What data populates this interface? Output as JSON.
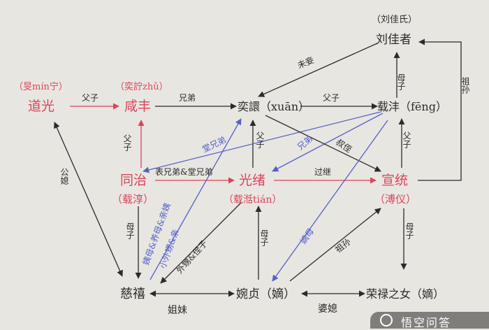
{
  "colors": {
    "ink": "#2b2b2b",
    "red": "#d9455a",
    "blue": "#5560c8",
    "paper": "#e8e6e1"
  },
  "nodes": {
    "daoguang_note": "（旻mín宁）",
    "daoguang": "道光",
    "xianfeng_note": "（奕詝zhǔ）",
    "xianfeng": "咸丰",
    "yixuan": "奕譞（xuān）",
    "liujia_note": "（刘佳氏）",
    "liujia": "刘佳者",
    "zaifeng": "载沣（fēng）",
    "tongzhi": "同治",
    "tongzhi_note": "（载淳）",
    "guangxu": "光绪",
    "guangxu_note": "（载湉tián）",
    "xuantong": "宣统",
    "xuantong_note": "（溥仪）",
    "cixi": "慈禧",
    "wanzhen": "婉贞（嫡）",
    "ronglu_daughter": "荣禄之女（嫡）"
  },
  "relations": {
    "fuzi_1": "父子",
    "xiongdi": "兄弟",
    "fuzi_2": "父子",
    "fuzi_3": "父子",
    "fuzi_4": "父子",
    "fuzi_5": "父子",
    "muzi_1": "母子",
    "muzi_2": "母子",
    "muzi_3": "母子",
    "muzi_4": "母子",
    "weiqie": "未妾",
    "zusun_1": "祖孙",
    "zusun_2": "祖孙",
    "gongxi": "公媳",
    "tangxiongdi_1": "堂兄弟",
    "tangxiongdi_2": "表兄弟&堂兄弟",
    "xiongdi_2": "兄弟",
    "shuzhi": "叔侄",
    "guoji": "过继",
    "dixiong": "嫡母",
    "waisheng": "外甥&侄子",
    "jiemei": "姐妹",
    "poxi": "婆媳",
    "yiji": "姨母&养母&亲姨",
    "yimu": "小外甥&亲"
  },
  "watermark": {
    "text": "悟空问答"
  }
}
